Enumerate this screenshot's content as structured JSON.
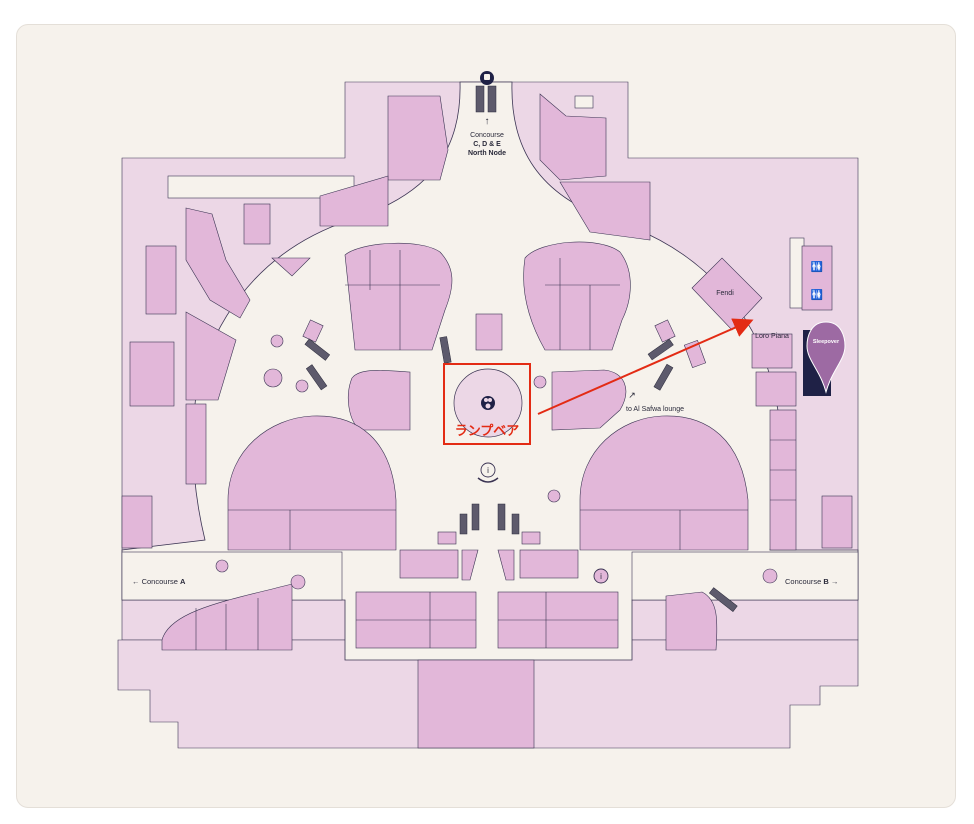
{
  "map": {
    "labels": {
      "north_concourse": "Concourse",
      "north_concourse_sub": "C, D & E",
      "north_node": "North Node",
      "concourse_a": "Concourse",
      "concourse_a_letter": "A",
      "concourse_b": "Concourse",
      "concourse_b_letter": "B",
      "fendi": "Fendi",
      "loro_piana": "Loro Piana",
      "al_safwa": "to Al Safwa lounge",
      "sleepover": "Sleepover"
    },
    "annotation": {
      "text": "ランプベア",
      "color": "#e32b14"
    },
    "colors": {
      "store": "#e2b7d9",
      "zone": "#ecd7e6",
      "walkway": "#f6f2ec",
      "outline": "#3b3453",
      "escalator": "#5d5a6c",
      "accent": "#1f2146"
    }
  }
}
